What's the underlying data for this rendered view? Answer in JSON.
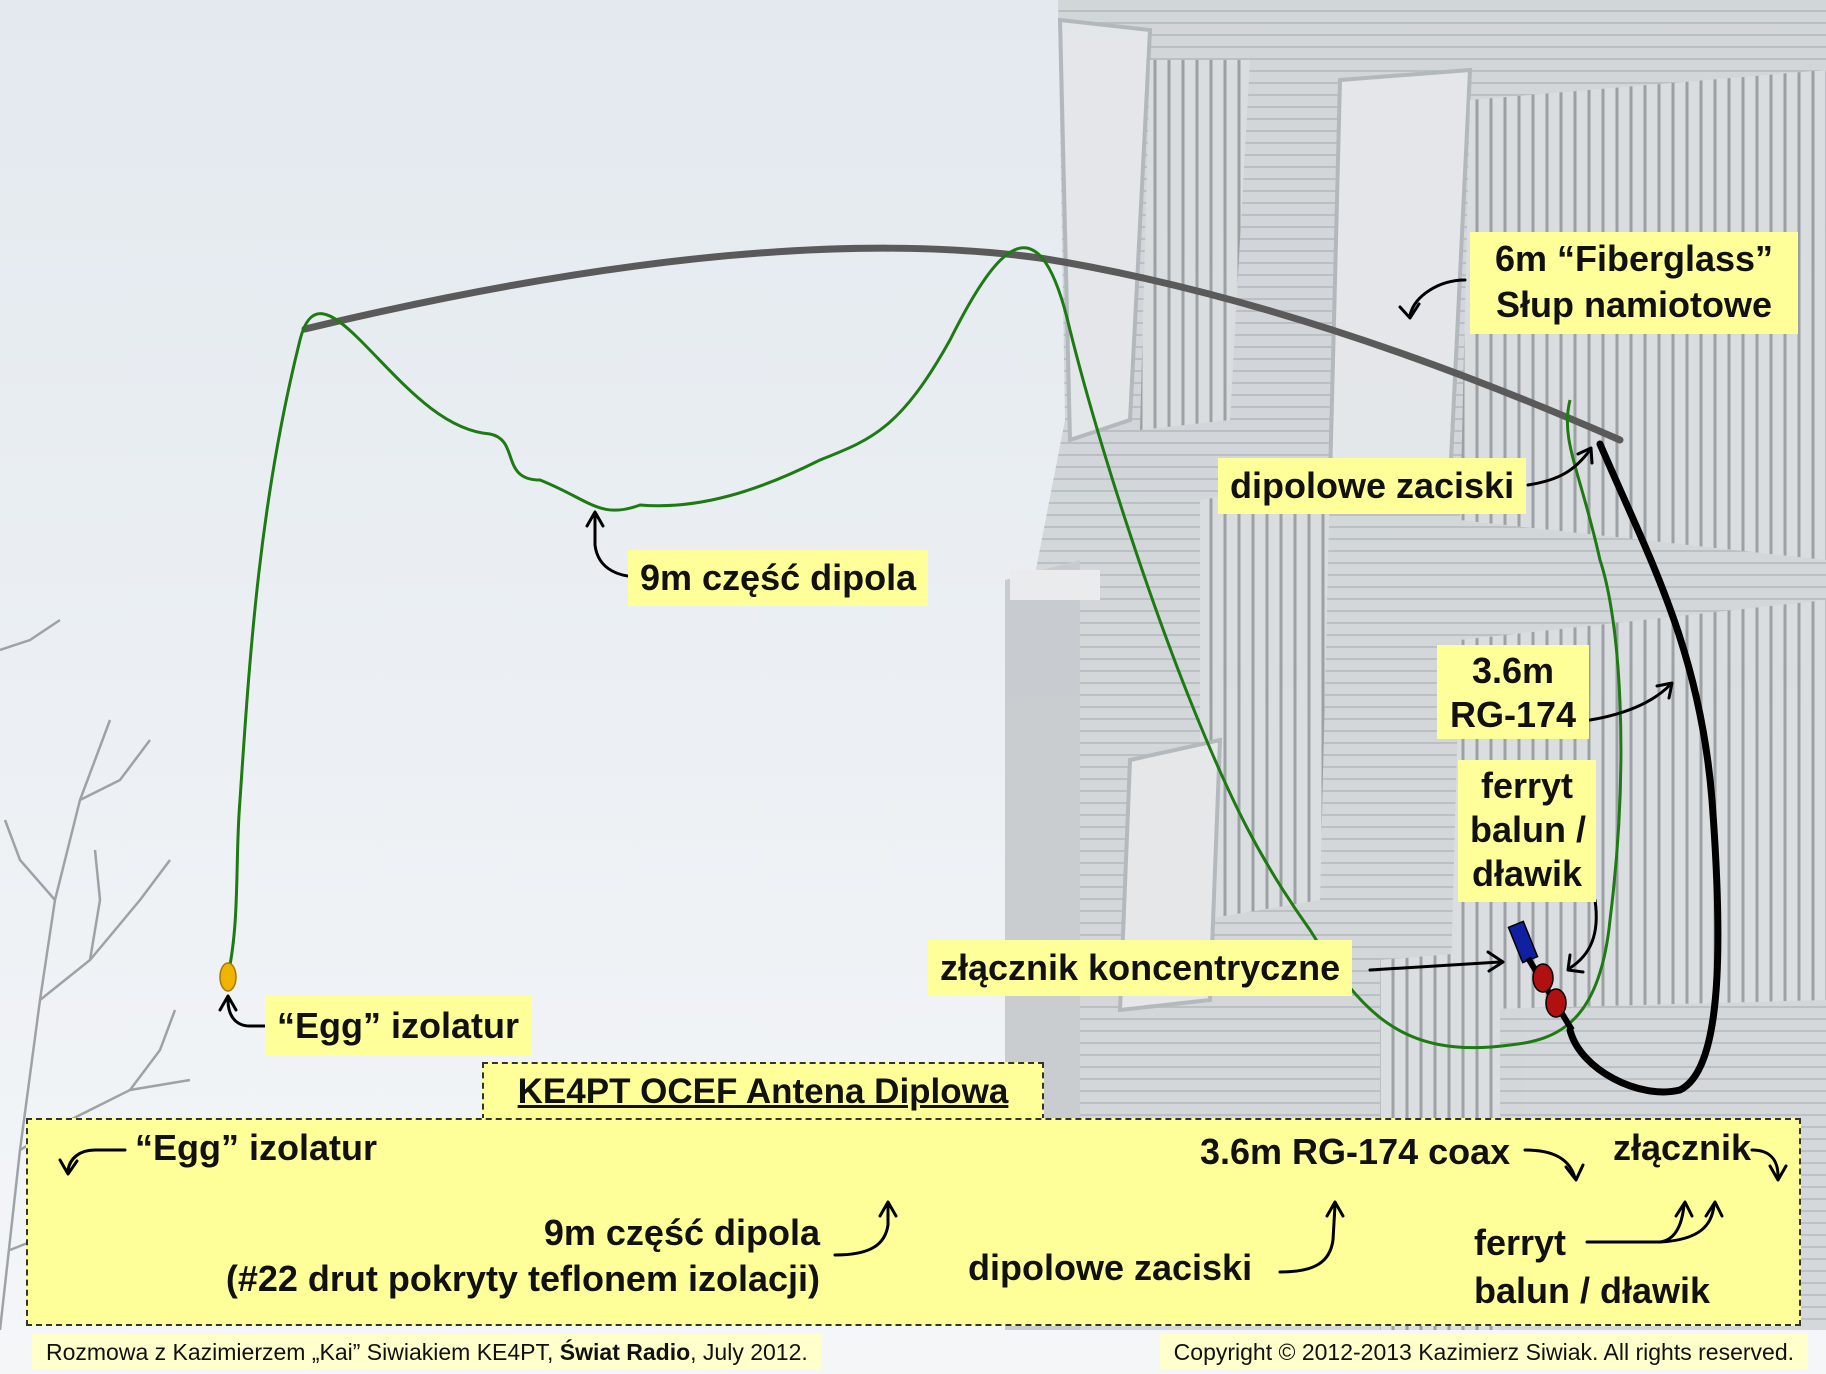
{
  "photo_labels": {
    "fiberglass_pole": [
      "6m “Fiberglass”",
      "Słup namiotowe"
    ],
    "dipole_clamps": "dipolowe zaciski",
    "dipole_part": "9m część dipola",
    "coax": [
      "3.6m",
      "RG-174"
    ],
    "ferrite": [
      "ferryt",
      "balun /",
      "dławik"
    ],
    "connector": "złącznik koncentryczne",
    "egg_insulator": "“Egg” izolatur"
  },
  "title": "KE4PT OCEF Antena Diplowa",
  "schematic_labels": {
    "egg_insulator": "“Egg” izolatur",
    "coax": "3.6m RG-174 coax",
    "connector": "złącznik",
    "dipole_part": [
      "9m część dipola",
      "(#22 drut pokryty teflonem izolacji)"
    ],
    "dipole_clamps": "dipolowe zaciski",
    "ferrite": [
      "ferryt",
      "balun / dławik"
    ]
  },
  "footer": {
    "left_prefix": "Rozmowa z Kazimierzem „Kai” Siwiakiem KE4PT, ",
    "left_bold": "Świat Radio",
    "left_suffix": ", July 2012.",
    "right": "Copyright © 2012-2013 Kazimierz Siwiak. All rights reserved."
  },
  "colors": {
    "label_bg": "#ffff99",
    "wire": "#1e7a12",
    "coax": "#000000",
    "pole": "#5a5a5a",
    "insulator": "#f0b400",
    "ferrite": "#b01010",
    "connector": "#1020a0"
  }
}
